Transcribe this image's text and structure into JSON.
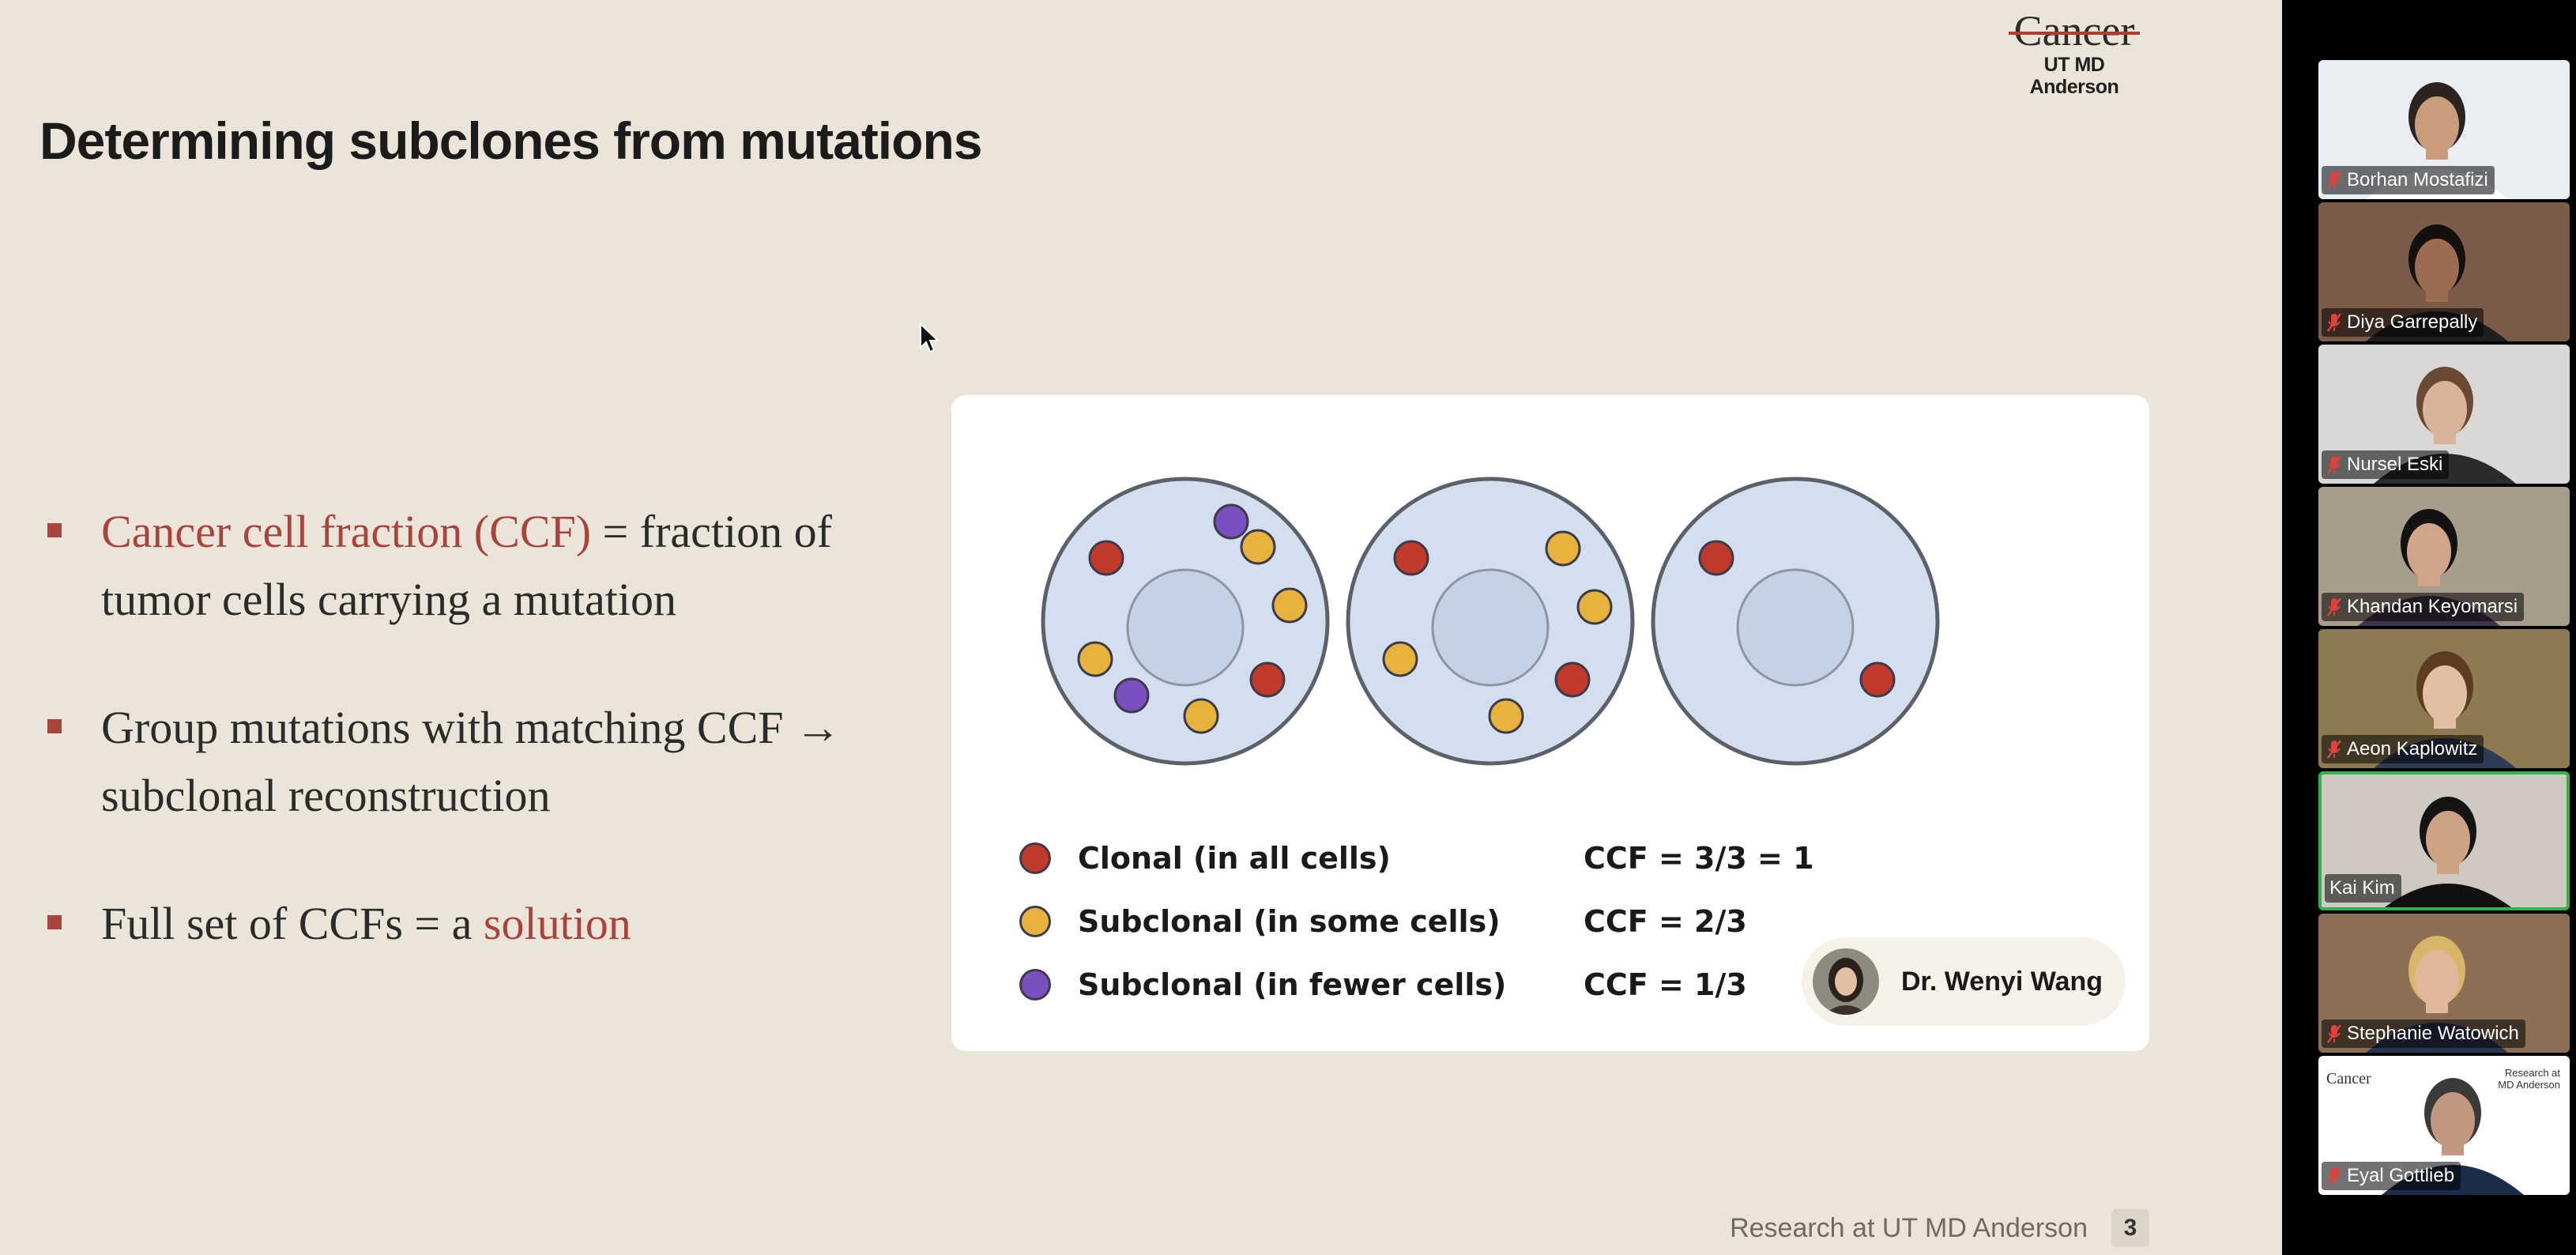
{
  "slide": {
    "logo": {
      "word": "Cancer",
      "sub": "UT MD Anderson",
      "accent": "#b23a32"
    },
    "title": "Determining subclones from mutations",
    "bullets": [
      {
        "highlight": "Cancer cell fraction (CCF)",
        "text": " = fraction of tumor cells carrying a mutation"
      },
      {
        "text": "Group mutations with matching CCF → subclonal reconstruction"
      },
      {
        "text": "Full set of CCFs = a ",
        "highlight": "solution"
      }
    ],
    "accent_color": "#a8443d",
    "figure": {
      "mutation_colors": {
        "clonal": "#c0392b",
        "subclonal_some": "#e8b33c",
        "subclonal_fewer": "#7a4fc0"
      },
      "legend": [
        {
          "label": "Clonal (in all cells)",
          "ccf": "CCF = 3/3 = 1",
          "color": "#c0392b"
        },
        {
          "label": "Subclonal (in some cells)",
          "ccf": "CCF = 2/3",
          "color": "#e8b33c"
        },
        {
          "label": "Subclonal (in fewer cells)",
          "ccf": "CCF = 1/3",
          "color": "#7a4fc0"
        }
      ],
      "speaker": "Dr. Wenyi Wang"
    },
    "footer": {
      "text": "Research at UT MD Anderson",
      "page": "3"
    }
  },
  "participants": [
    {
      "name": "Borhan Mostafizi",
      "muted": true,
      "active": false
    },
    {
      "name": "Diya Garrepally",
      "muted": true,
      "active": false
    },
    {
      "name": "Nursel Eski",
      "muted": true,
      "active": false
    },
    {
      "name": "Khandan Keyomarsi",
      "muted": true,
      "active": false
    },
    {
      "name": "Aeon Kaplowitz",
      "muted": true,
      "active": false
    },
    {
      "name": "Kai Kim",
      "muted": false,
      "active": true
    },
    {
      "name": "Stephanie Watowich",
      "muted": true,
      "active": false
    },
    {
      "name": "Eyal Gottlieb",
      "muted": true,
      "active": false,
      "slide_logo": "Cancer",
      "slide_text": "Research at MD Anderson"
    }
  ]
}
